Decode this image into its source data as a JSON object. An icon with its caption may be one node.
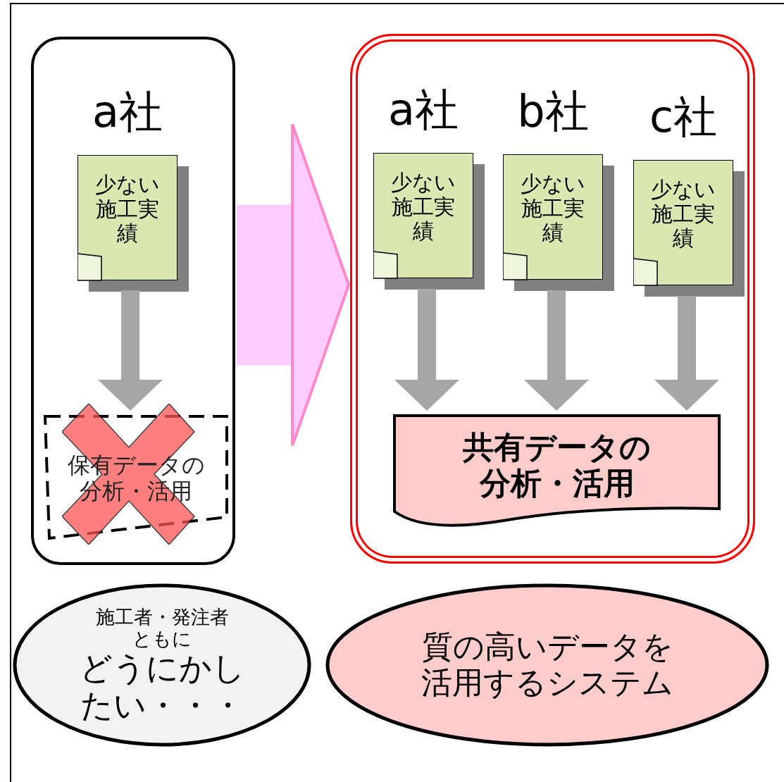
{
  "diagram": {
    "nodes": [
      {
        "text": [],
        "shape": "box"
      },
      {
        "text": [
          "少ない施工実績"
        ],
        "in": 0,
        "beside": [
          "a社"
        ]
      },
      {
        "text": [
          "保有データの分析・活用"
        ],
        "in": 0
      },
      {
        "text": [],
        "shape": "box"
      },
      {
        "text": [
          "少ない施工実績"
        ],
        "in": 3,
        "beside": [
          "a社"
        ]
      },
      {
        "text": [
          "少ない施工実績"
        ],
        "in": 3,
        "beside": [
          "b社"
        ]
      },
      {
        "text": [
          "少ない施工実績"
        ],
        "in": 3,
        "beside": [
          "c社"
        ]
      },
      {
        "text": [
          "共有データの分析・活用"
        ],
        "in": 3
      },
      {
        "text": [
          "施工者・発注者ともに",
          "どうにかしたい・・・"
        ]
      },
      {
        "text": [
          "質の高いデータを活用するシステム"
        ]
      }
    ],
    "edges": [
      {
        "from": 1,
        "to": 2,
        "arrow": "to"
      },
      {
        "from": 0,
        "to": 3,
        "arrow": "to",
        "style": "thick",
        "color": "#ffccff"
      },
      {
        "from": 4,
        "to": 7,
        "arrow": "to"
      },
      {
        "from": 5,
        "to": 7,
        "arrow": "to"
      },
      {
        "from": 6,
        "to": 7,
        "arrow": "to"
      }
    ]
  }
}
